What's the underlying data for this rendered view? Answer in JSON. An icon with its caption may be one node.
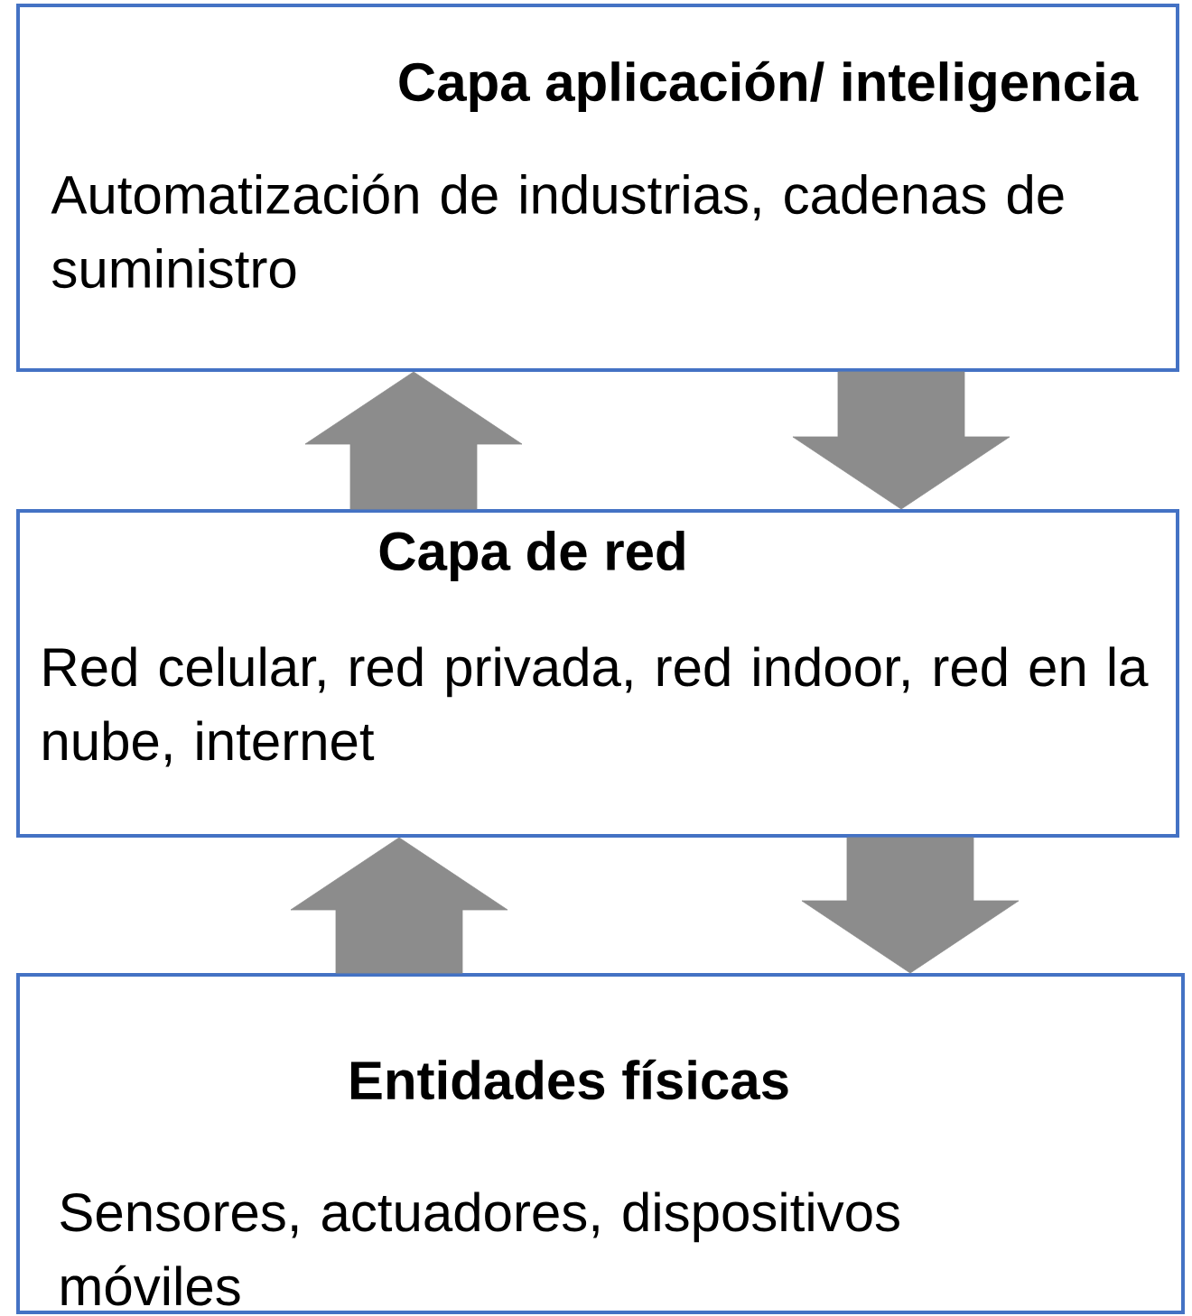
{
  "diagram": {
    "nodes": [
      {
        "text": [
          "Capa aplicación/ inteligencia",
          "Automatización de industrias, cadenas de suministro"
        ]
      },
      {
        "text": [
          "Capa de red",
          "Red celular, red privada, red indoor, red en la nube, internet"
        ]
      },
      {
        "text": [
          "Entidades físicas",
          "Sensores, actuadores, dispositivos móviles"
        ]
      }
    ],
    "edges": [
      {
        "from": 1,
        "to": 0,
        "arrow": "to"
      },
      {
        "from": 0,
        "to": 1,
        "arrow": "to"
      },
      {
        "from": 2,
        "to": 1,
        "arrow": "to"
      },
      {
        "from": 1,
        "to": 2,
        "arrow": "to"
      }
    ]
  }
}
